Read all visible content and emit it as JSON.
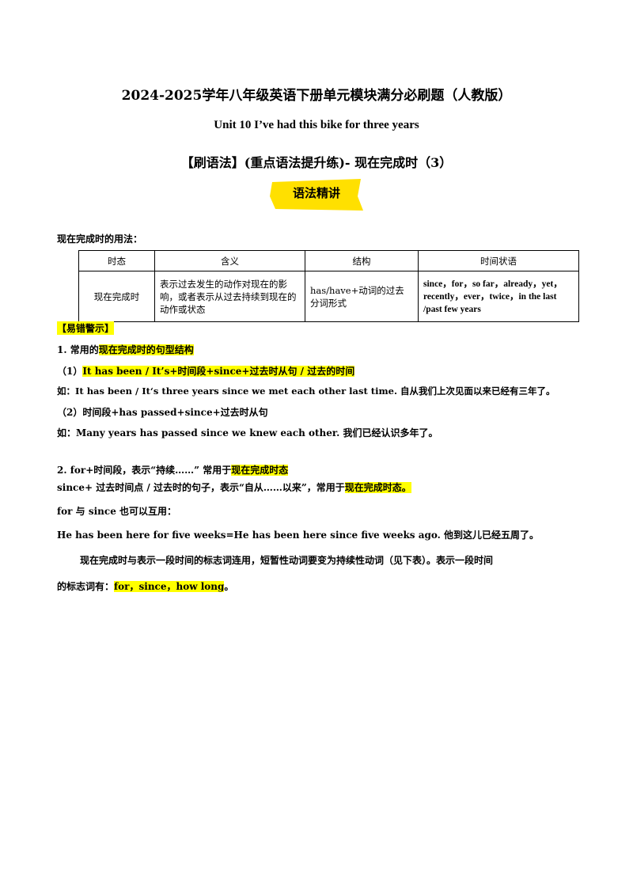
{
  "title": "2024-2025学年八年级英语下册单元模块满分必刷题（人教版）",
  "unit": "Unit 10 I’ve had this bike for three years",
  "section": "【刷语法】(重点语法提升练)- 现在完成时（3）",
  "banner": "语法精讲",
  "usage_heading": "现在完成时的用法：",
  "table": {
    "headers": [
      "时态",
      "含义",
      "结构",
      "时间状语"
    ],
    "row": {
      "tense": "现在完成时",
      "meaning": "表示过去发生的动作对现在的影响，或者表示从过去持续到现在的动作或状态",
      "structure": "has/have+动词的过去分词形式",
      "adverbials": "since，for，so far，already，yet，recently，ever，twice，in the last /past few years"
    }
  },
  "warning_label": "【易错警示】",
  "point1": {
    "prefix": "1. 常用的",
    "highlight": "现在完成时的句型结构",
    "pattern1_num": "（1）",
    "pattern1": "It has been / It’s+时间段+since+过去时从句 / 过去的时间",
    "example1": "如：It has been / It‘s three years since we met each other last time. 自从我们上次见面以来已经有三年了。",
    "pattern2": "（2）时间段+has passed+since+过去时从句",
    "example2": "如：Many years has passed since we knew each other. 我们已经认识多年了。"
  },
  "point2": {
    "for_text": "2. for+时间段，表示“持续……” 常用于",
    "for_highlight": "现在完成时态",
    "since_text": "since+ 过去时间点 / 过去时的句子，表示“自从……以来”，常用于",
    "since_highlight": "现在完成时态。",
    "interchange": "for 与 since 也可以互用：",
    "example": "He has been here for five weeks=He has been here since five weeks ago. 他到这儿已经五周了。"
  },
  "paragraph": {
    "line1": "现在完成时与表示一段时间的标志词连用，短暂性动词要变为持续性动词（见下表）。表示一段时间",
    "line2_prefix": "的标志词有：",
    "line2_highlight": "for，since，how long",
    "line2_suffix": "。"
  }
}
